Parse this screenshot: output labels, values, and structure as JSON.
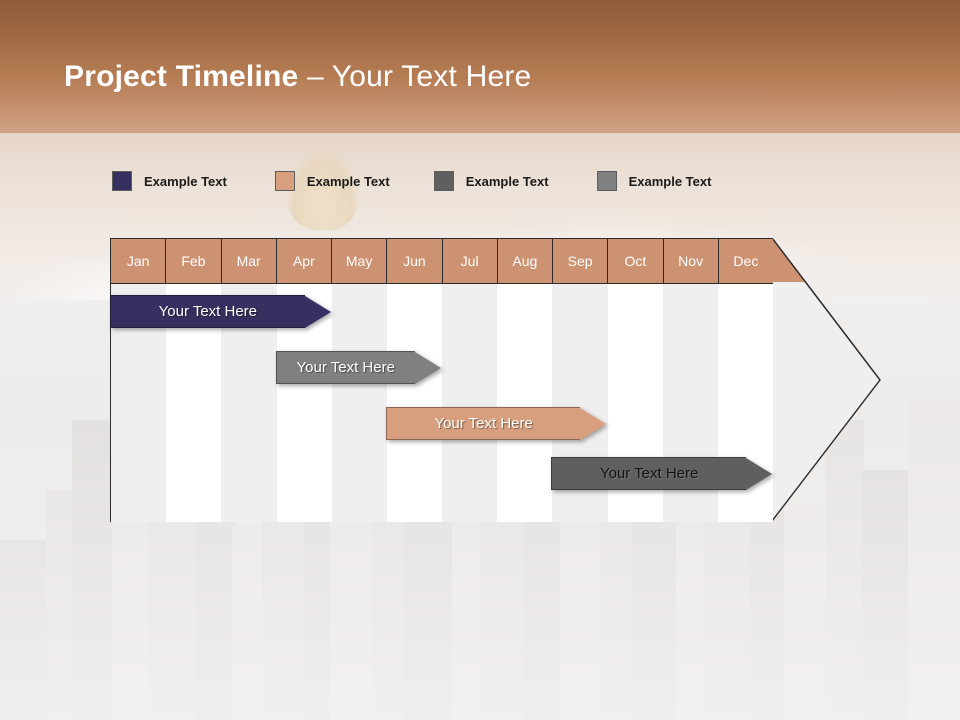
{
  "slide": {
    "title_strong": "Project Timeline",
    "title_light": " – Your Text Here"
  },
  "legend": {
    "items": [
      {
        "label": "Example Text",
        "color": "#35305f"
      },
      {
        "label": "Example Text",
        "color": "#d79f7d"
      },
      {
        "label": "Example Text",
        "color": "#5f5f5f"
      },
      {
        "label": "Example Text",
        "color": "#808080"
      }
    ]
  },
  "timeline": {
    "months": [
      "Jan",
      "Feb",
      "Mar",
      "Apr",
      "May",
      "Jun",
      "Jul",
      "Aug",
      "Sep",
      "Oct",
      "Nov",
      "Dec"
    ],
    "header_color": "#cd9272",
    "band_colors": {
      "odd": "#efefef",
      "even": "#ffffff"
    },
    "bars": [
      {
        "label": "Your  Text Here",
        "color": "#35305f",
        "start_month": "Jan",
        "end_month": "Apr",
        "row": 1
      },
      {
        "label": "Your  Text Here",
        "color": "#808080",
        "start_month": "Apr",
        "end_month": "Jun",
        "row": 2
      },
      {
        "label": "Your  Text Here",
        "color": "#d79f7d",
        "start_month": "Jun",
        "end_month": "Sep",
        "row": 3
      },
      {
        "label": "Your  Text Here",
        "color": "#5f5f5f",
        "start_month": "Sep",
        "end_month": "Dec",
        "row": 4
      }
    ]
  }
}
